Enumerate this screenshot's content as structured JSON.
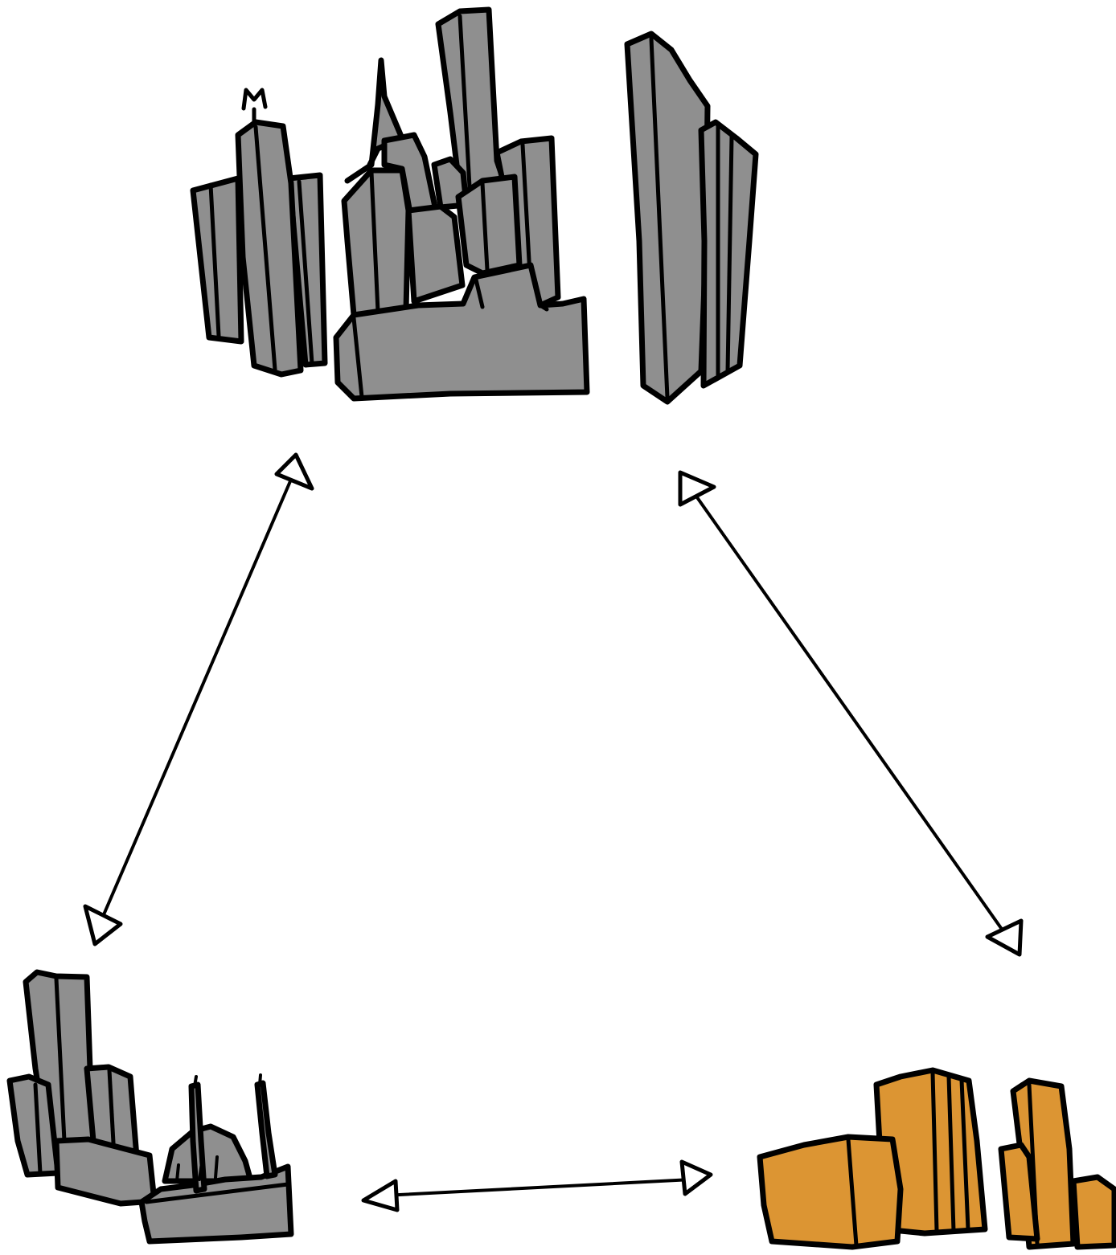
{
  "diagram": {
    "nodes": [
      {
        "id": "top-cluster",
        "icon": "skyscraper-cluster-icon",
        "color": "#8f8f8f"
      },
      {
        "id": "bottom-left-cluster",
        "icon": "city-with-mosque-icon",
        "color": "#8f8f8f"
      },
      {
        "id": "bottom-right-cluster",
        "icon": "low-rise-buildings-icon",
        "color": "#dc9533"
      }
    ],
    "edges": [
      {
        "from": "top-cluster",
        "to": "bottom-left-cluster",
        "direction": "both"
      },
      {
        "from": "top-cluster",
        "to": "bottom-right-cluster",
        "direction": "both"
      },
      {
        "from": "bottom-left-cluster",
        "to": "bottom-right-cluster",
        "direction": "both"
      }
    ],
    "colors": {
      "gray_fill": "#8f8f8f",
      "orange_fill": "#dc9533",
      "outline": "#000000",
      "background": "#ffffff"
    }
  }
}
